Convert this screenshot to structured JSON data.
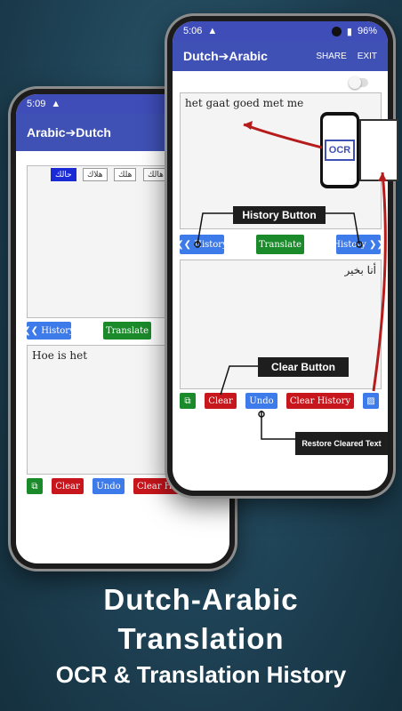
{
  "back_phone": {
    "status_time": "5:09",
    "title": "Arabic➔Dutch",
    "chips": [
      "حالك",
      "هلاك",
      "هلك",
      "هالك"
    ],
    "history_label": "History",
    "translate_label": "Translate",
    "output_text": "Hoe is het",
    "clear_label": "Clear",
    "undo_label": "Undo",
    "clear_history_label": "Clear History"
  },
  "front_phone": {
    "status_time": "5:06",
    "battery": "96%",
    "title": "Dutch➔Arabic",
    "share_label": "SHARE",
    "exit_label": "EXIT",
    "input_text": "het gaat goed met me",
    "history_label": "History",
    "translate_label": "Translate",
    "output_text": "أنا بخير",
    "clear_label": "Clear",
    "undo_label": "Undo",
    "clear_history_label": "Clear History"
  },
  "ocr_badge": "OCR",
  "callouts": {
    "history_button": "History Button",
    "clear_button": "Clear Button",
    "restore_text": "Restore Cleared Text"
  },
  "headline": {
    "line1": "Dutch-Arabic",
    "line2": "Translation",
    "line3": "OCR & Translation History"
  },
  "colors": {
    "appbar": "#3f51b5",
    "blue_button": "#3d7bea",
    "green_button": "#1b8a2a",
    "red_button": "#c8161d"
  }
}
